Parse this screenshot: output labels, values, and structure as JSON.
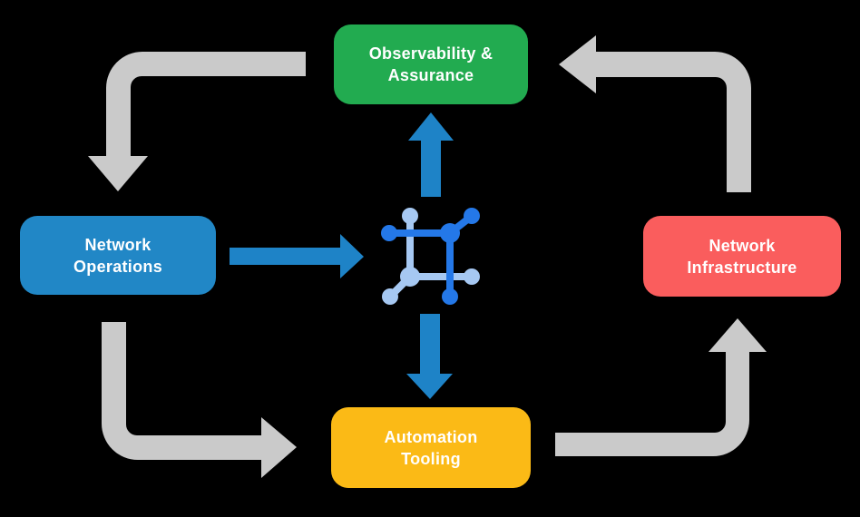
{
  "canvas": {
    "background": "#000000"
  },
  "colors": {
    "observability_green": "#22AB50",
    "operations_blue": "#2187C6",
    "infrastructure_red": "#FA5D5D",
    "tooling_yellow": "#FBBA16",
    "arrow_gray": "#CACACA",
    "arrow_blue": "#1E83C7",
    "icon_dark_blue": "#2478E8",
    "icon_light_blue": "#A6C8F2",
    "label_text": "#FFFFFF"
  },
  "nodes": {
    "observability": {
      "line1": "Observability &",
      "line2": "Assurance"
    },
    "operations": {
      "line1": "Network",
      "line2": "Operations"
    },
    "infrastructure": {
      "line1": "Network",
      "line2": "Infrastructure"
    },
    "tooling": {
      "line1": "Automation",
      "line2": "Tooling"
    }
  },
  "icons": {
    "center": "network-mesh-icon"
  }
}
